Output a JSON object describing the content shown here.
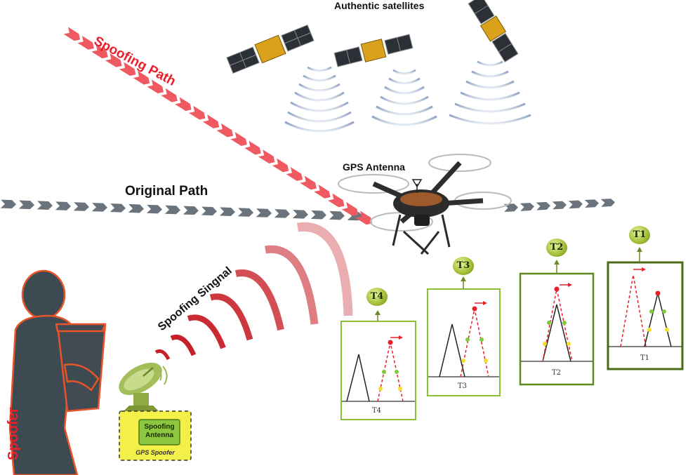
{
  "labels": {
    "satellites": "Authentic satellites",
    "spoofing_path": "Spoofing Path",
    "original_path": "Original Path",
    "gps_antenna": "GPS Antenna",
    "spoofing_signal": "Spoofing Singnal",
    "spoofer": "Spoofer",
    "spoofing_antenna": "Spoofing Antenna",
    "gps_spoofer": "GPS Spoofer"
  },
  "panels": [
    {
      "badge": "T4",
      "caption": "T4"
    },
    {
      "badge": "T3",
      "caption": "T3"
    },
    {
      "badge": "T2",
      "caption": "T2"
    },
    {
      "badge": "T1",
      "caption": "T1"
    }
  ],
  "colors": {
    "spoof_red": "#e8202a",
    "signal_red": "#c4141c",
    "original_gray": "#5c6670",
    "panel_green": "#8bbf3a",
    "panel_dark_green": "#4a6a14",
    "spoofer_fill": "#3e4a52",
    "spoofer_outline": "#e8542a",
    "device_yellow": "#f3f04a"
  }
}
